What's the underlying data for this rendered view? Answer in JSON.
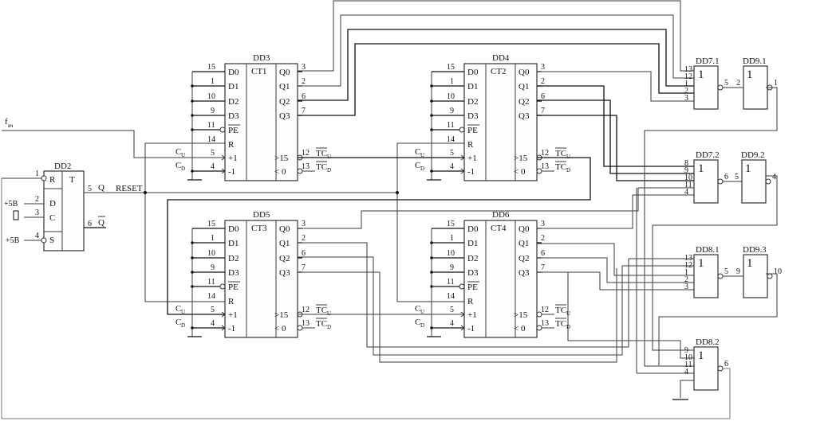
{
  "input_label": {
    "main": "f",
    "sub": "вч"
  },
  "dd2": {
    "name": "DD2",
    "func": "T",
    "pins": [
      {
        "num": "1",
        "label": "R",
        "inverted": true
      },
      {
        "num": "2",
        "label": "D",
        "source": "+5B"
      },
      {
        "num": "3",
        "label": "C",
        "source": "pulse"
      },
      {
        "num": "4",
        "label": "S",
        "inverted": true,
        "source": "+5B"
      }
    ],
    "outputs": [
      {
        "num": "5",
        "label": "Q"
      },
      {
        "num": "6",
        "label": "Q",
        "overline": true
      }
    ],
    "supply": "+5B",
    "reset_net": "RESET"
  },
  "counters": [
    {
      "name": "DD3",
      "func": "CT1"
    },
    {
      "name": "DD4",
      "func": "CT2"
    },
    {
      "name": "DD5",
      "func": "CT3"
    },
    {
      "name": "DD6",
      "func": "CT4"
    }
  ],
  "counter_pins": {
    "inputs": [
      {
        "num": "15",
        "label": "D0"
      },
      {
        "num": "1",
        "label": "D1"
      },
      {
        "num": "10",
        "label": "D2"
      },
      {
        "num": "9",
        "label": "D3"
      },
      {
        "num": "11",
        "label": "PE",
        "overline": true
      },
      {
        "num": "14",
        "label": "R"
      },
      {
        "num": "5",
        "label": "+1",
        "net": "C",
        "net_sub": "U"
      },
      {
        "num": "4",
        "label": "-1",
        "net": "C",
        "net_sub": "D"
      }
    ],
    "outputs": [
      {
        "num": "3",
        "label": "Q0"
      },
      {
        "num": "2",
        "label": "Q1"
      },
      {
        "num": "6",
        "label": "Q2"
      },
      {
        "num": "7",
        "label": "Q3"
      },
      {
        "num": "12",
        "label": ">15",
        "net": "TC",
        "net_sub": "U"
      },
      {
        "num": "13",
        "label": "< 0",
        "net": "TC",
        "net_sub": "D"
      }
    ]
  },
  "nor_gates": [
    {
      "name": "DD7.1",
      "func": "1",
      "inputs": [
        "13",
        "12",
        "1",
        "2",
        "3"
      ],
      "output": "5"
    },
    {
      "name": "DD7.2",
      "func": "1",
      "inputs": [
        "8",
        "9",
        "10",
        "11",
        "4"
      ],
      "output": "6"
    },
    {
      "name": "DD8.1",
      "func": "1",
      "inputs": [
        "13",
        "12",
        "1",
        "2",
        "3"
      ],
      "output": "5"
    },
    {
      "name": "DD8.2",
      "func": "1",
      "inputs": [
        "9",
        "10",
        "11",
        "4"
      ],
      "output": "6"
    }
  ],
  "inverters": [
    {
      "name": "DD9.1",
      "func": "1",
      "input": "2",
      "output": "1"
    },
    {
      "name": "DD9.2",
      "func": "1",
      "input": "5",
      "output": "4"
    },
    {
      "name": "DD9.3",
      "func": "1",
      "input": "9",
      "output": "10"
    }
  ]
}
